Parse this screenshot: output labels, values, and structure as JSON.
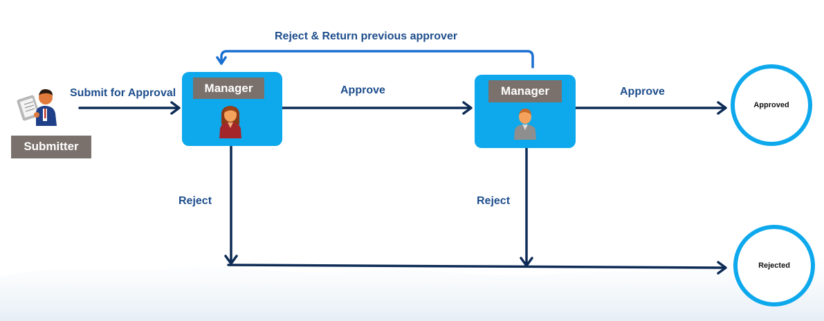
{
  "nodes": {
    "submitter": {
      "label": "Submitter"
    },
    "manager1": {
      "label": "Manager"
    },
    "manager2": {
      "label": "Manager"
    },
    "approved": {
      "label": "Approved"
    },
    "rejected": {
      "label": "Rejected"
    }
  },
  "edges": {
    "submit": "Submit for Approval",
    "approve1": "Approve",
    "approve2": "Approve",
    "reject1": "Reject",
    "reject2": "Reject",
    "return_previous": "Reject & Return previous approver"
  },
  "colors": {
    "node_fill": "#0ea8ec",
    "role_tag": "#7a716c",
    "arrow": "#0d2b55",
    "label_text": "#1e4e8c"
  },
  "icons": {
    "submitter": "person-with-clipboard-icon",
    "manager1": "female-manager-icon",
    "manager2": "male-manager-icon"
  }
}
